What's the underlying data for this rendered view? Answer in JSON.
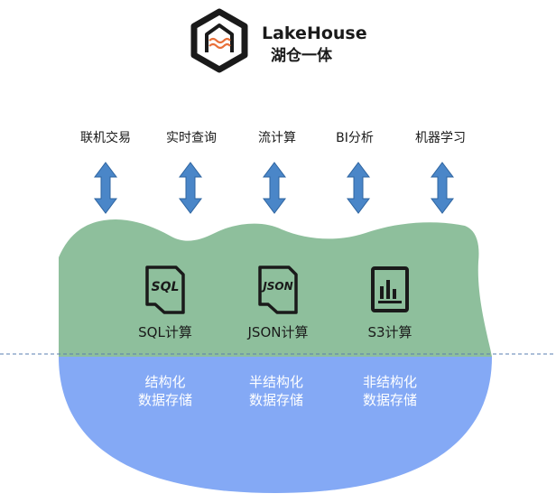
{
  "brand": {
    "title": "LakeHouse",
    "subtitle": "湖仓一体",
    "logo_icon": "house-waves-hexagon-icon"
  },
  "use_cases": [
    {
      "label": "联机交易"
    },
    {
      "label": "实时查询"
    },
    {
      "label": "流计算"
    },
    {
      "label": "BI分析"
    },
    {
      "label": "机器学习"
    }
  ],
  "compute": [
    {
      "icon": "sql-file-icon",
      "icon_text": "SQL",
      "label": "SQL计算"
    },
    {
      "icon": "json-file-icon",
      "icon_text": "JSON",
      "label": "JSON计算"
    },
    {
      "icon": "bar-chart-file-icon",
      "icon_text": "",
      "label": "S3计算"
    }
  ],
  "storage": [
    {
      "line1": "结构化",
      "line2": "数据存储"
    },
    {
      "line1": "半结构化",
      "line2": "数据存储"
    },
    {
      "line1": "非结构化",
      "line2": "数据存储"
    }
  ],
  "colors": {
    "arrow": "#4a86c8",
    "arrow_stroke": "#2e64a0",
    "green": "#8ebf9c",
    "blue": "#84a9f5",
    "waterline": "#5a7fb0",
    "logo_orange": "#e8703a",
    "dark": "#1a1a1a"
  }
}
